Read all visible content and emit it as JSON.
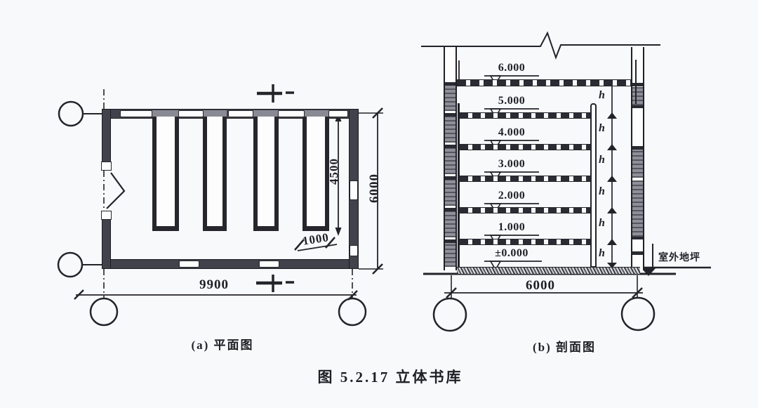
{
  "figure_caption": "图 5.2.17  立体书库",
  "panel_a": {
    "label": "(a) 平面图",
    "dim_width": "9900",
    "dim_height": "6000",
    "dim_shelf_length": "4500",
    "dim_shelf_width": "1000"
  },
  "panel_b": {
    "label": "(b) 剖面图",
    "levels": [
      "6.000",
      "5.000",
      "4.000",
      "3.000",
      "2.000",
      "1.000",
      "±0.000"
    ],
    "story_heights": [
      "h",
      "h",
      "h",
      "h",
      "h",
      "h"
    ],
    "ground_label": "室外地坪",
    "dim_width": "6000"
  },
  "colors": {
    "line": "#23232a",
    "wall_fill": "#42424c",
    "wall_light": "#8f8f99",
    "background": "#f8f9fb"
  }
}
